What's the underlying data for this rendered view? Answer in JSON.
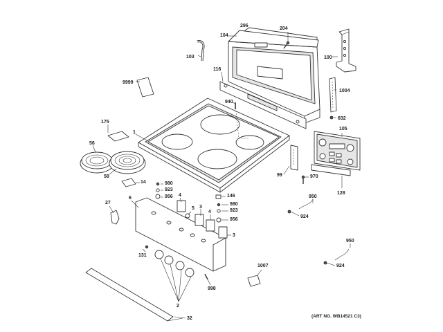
{
  "diagram": {
    "art_number": "(ART NO. WB14521 C3)",
    "callouts": [
      "296",
      "204",
      "104",
      "103",
      "100",
      "9999",
      "116",
      "1004",
      "940",
      "832",
      "105",
      "175",
      "1",
      "56",
      "58",
      "14",
      "99",
      "970",
      "128",
      "980",
      "923",
      "956",
      "146",
      "27",
      "6",
      "4",
      "5",
      "950",
      "924",
      "131",
      "3",
      "1007",
      "998",
      "2",
      "32"
    ]
  }
}
